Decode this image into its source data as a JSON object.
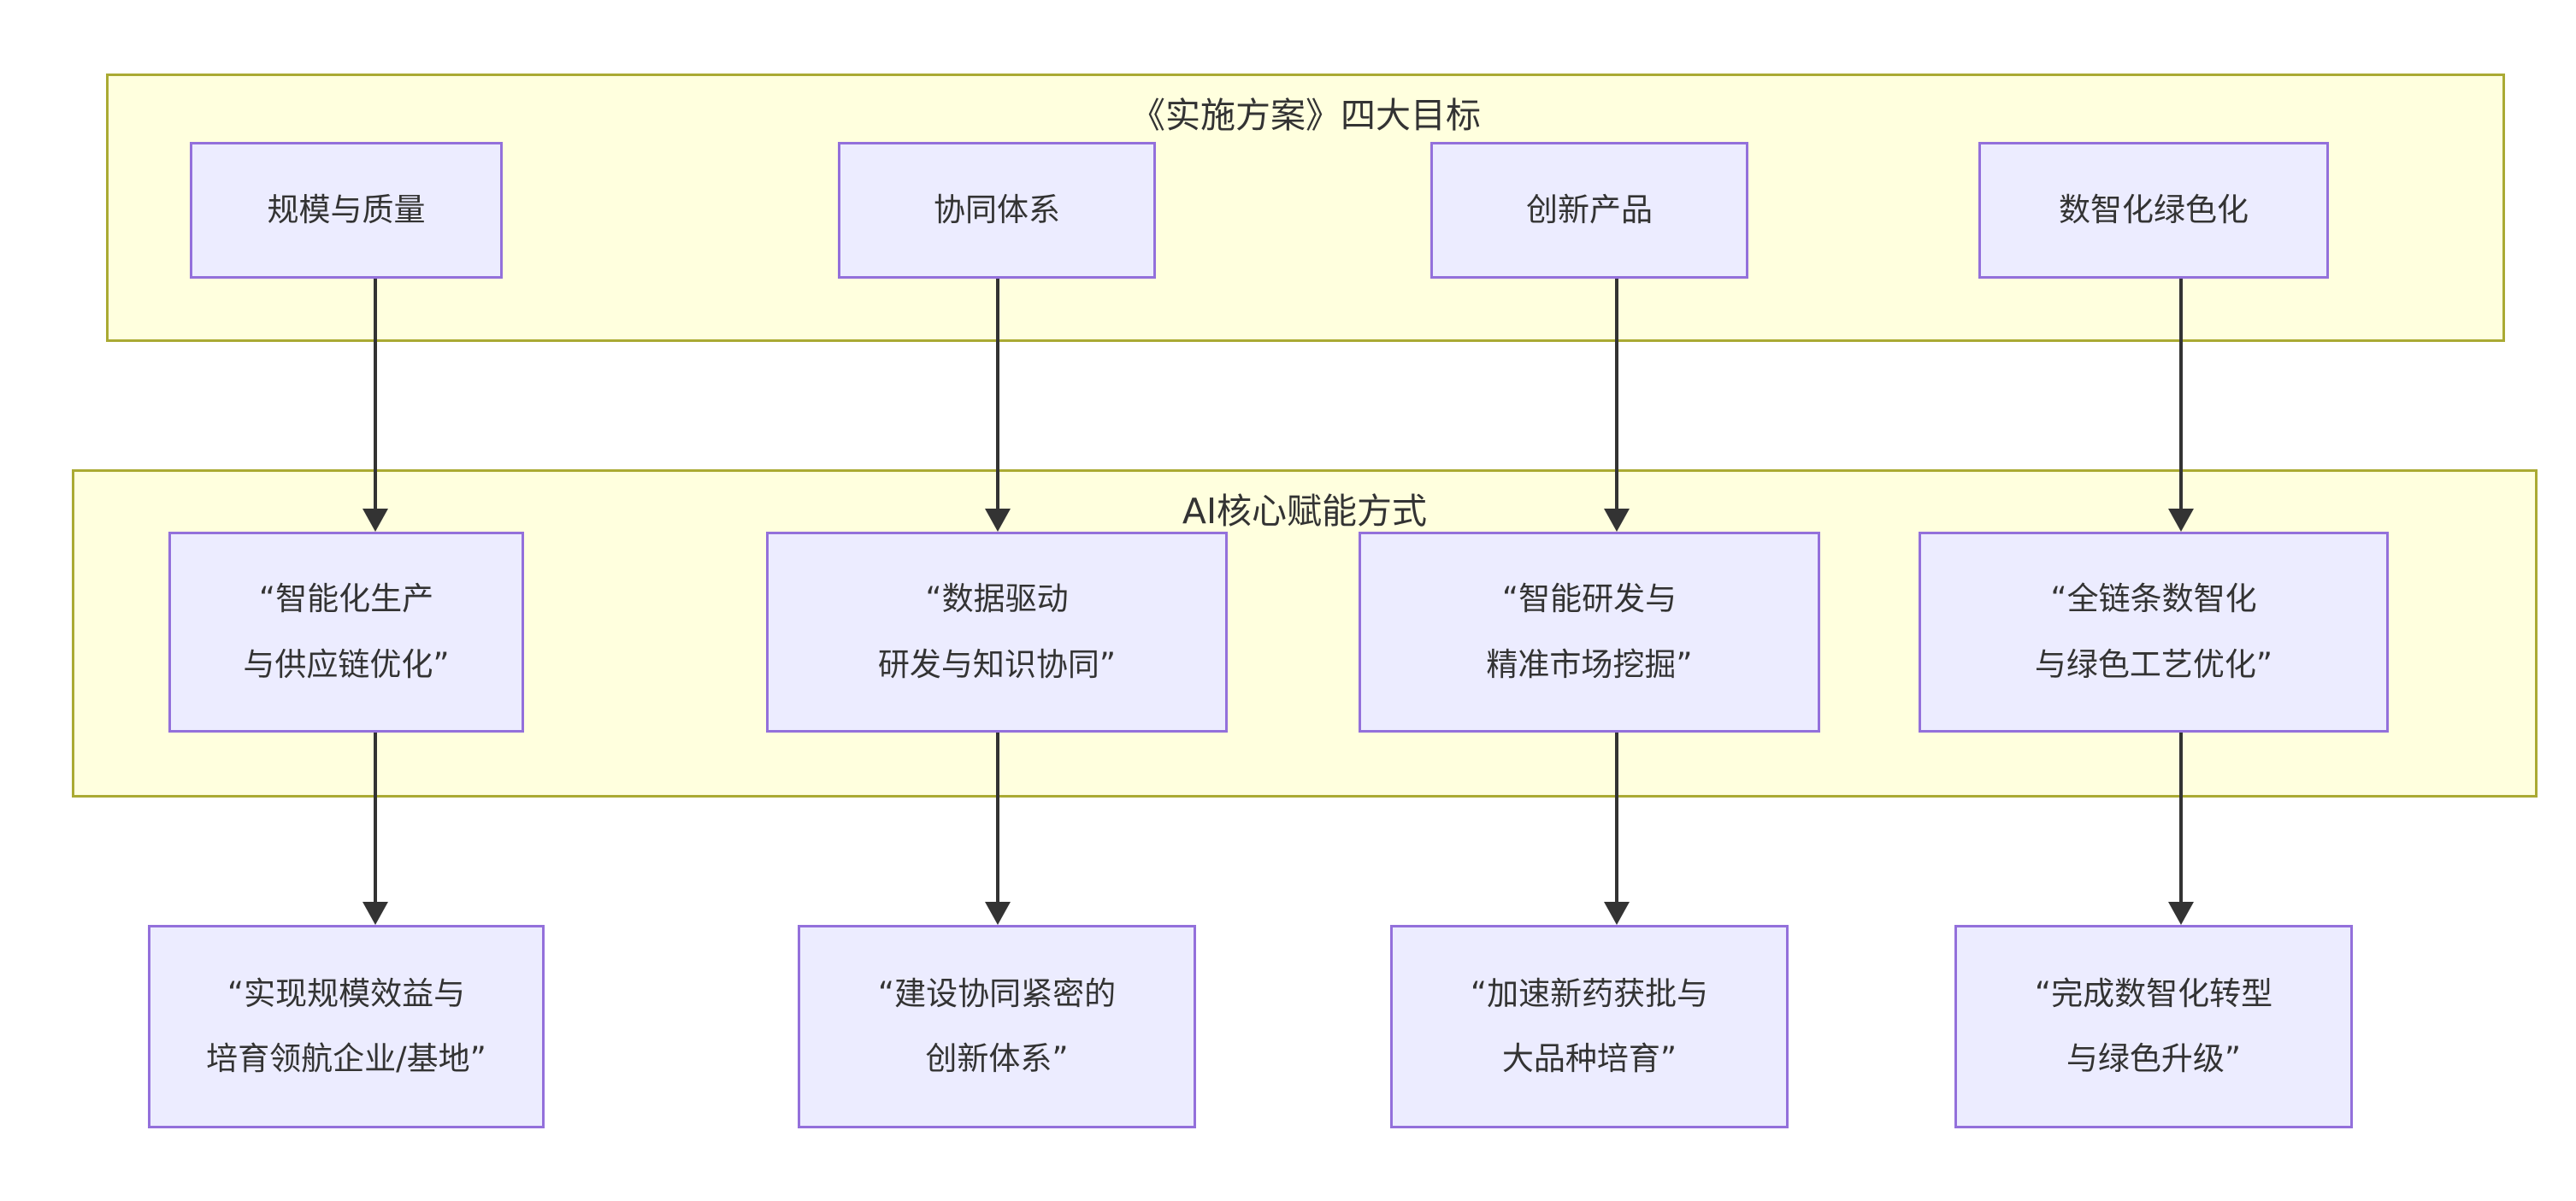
{
  "colors": {
    "background": "#ffffff",
    "cluster_fill": "#ffffde",
    "cluster_border": "#aaaa33",
    "node_fill": "#ececff",
    "node_border": "#9370db",
    "edge": "#333333",
    "text": "#333333"
  },
  "diagram": {
    "type": "flowchart-top-down",
    "goals_group": {
      "title": "《实施方案》四大目标",
      "nodes": [
        {
          "label": "规模与质量"
        },
        {
          "label": "协同体系"
        },
        {
          "label": "创新产品"
        },
        {
          "label": "数智化绿色化"
        }
      ]
    },
    "ai_group": {
      "title": "AI核心赋能方式",
      "nodes": [
        {
          "lines": [
            "“智能化生产",
            "与供应链优化”"
          ]
        },
        {
          "lines": [
            "“数据驱动",
            "研发与知识协同”"
          ]
        },
        {
          "lines": [
            "“智能研发与",
            "精准市场挖掘”"
          ]
        },
        {
          "lines": [
            "“全链条数智化",
            "与绿色工艺优化”"
          ]
        }
      ]
    },
    "outcomes": {
      "nodes": [
        {
          "lines": [
            "“实现规模效益与",
            "培育领航企业/基地”"
          ]
        },
        {
          "lines": [
            "“建设协同紧密的",
            "创新体系”"
          ]
        },
        {
          "lines": [
            "“加速新药获批与",
            "大品种培育”"
          ]
        },
        {
          "lines": [
            "“完成数智化转型",
            "与绿色升级”"
          ]
        }
      ]
    },
    "edges": [
      {
        "from": "goal-1",
        "to": "ai-1"
      },
      {
        "from": "goal-2",
        "to": "ai-2"
      },
      {
        "from": "goal-3",
        "to": "ai-3"
      },
      {
        "from": "goal-4",
        "to": "ai-4"
      },
      {
        "from": "ai-1",
        "to": "outcome-1"
      },
      {
        "from": "ai-2",
        "to": "outcome-2"
      },
      {
        "from": "ai-3",
        "to": "outcome-3"
      },
      {
        "from": "ai-4",
        "to": "outcome-4"
      }
    ]
  }
}
